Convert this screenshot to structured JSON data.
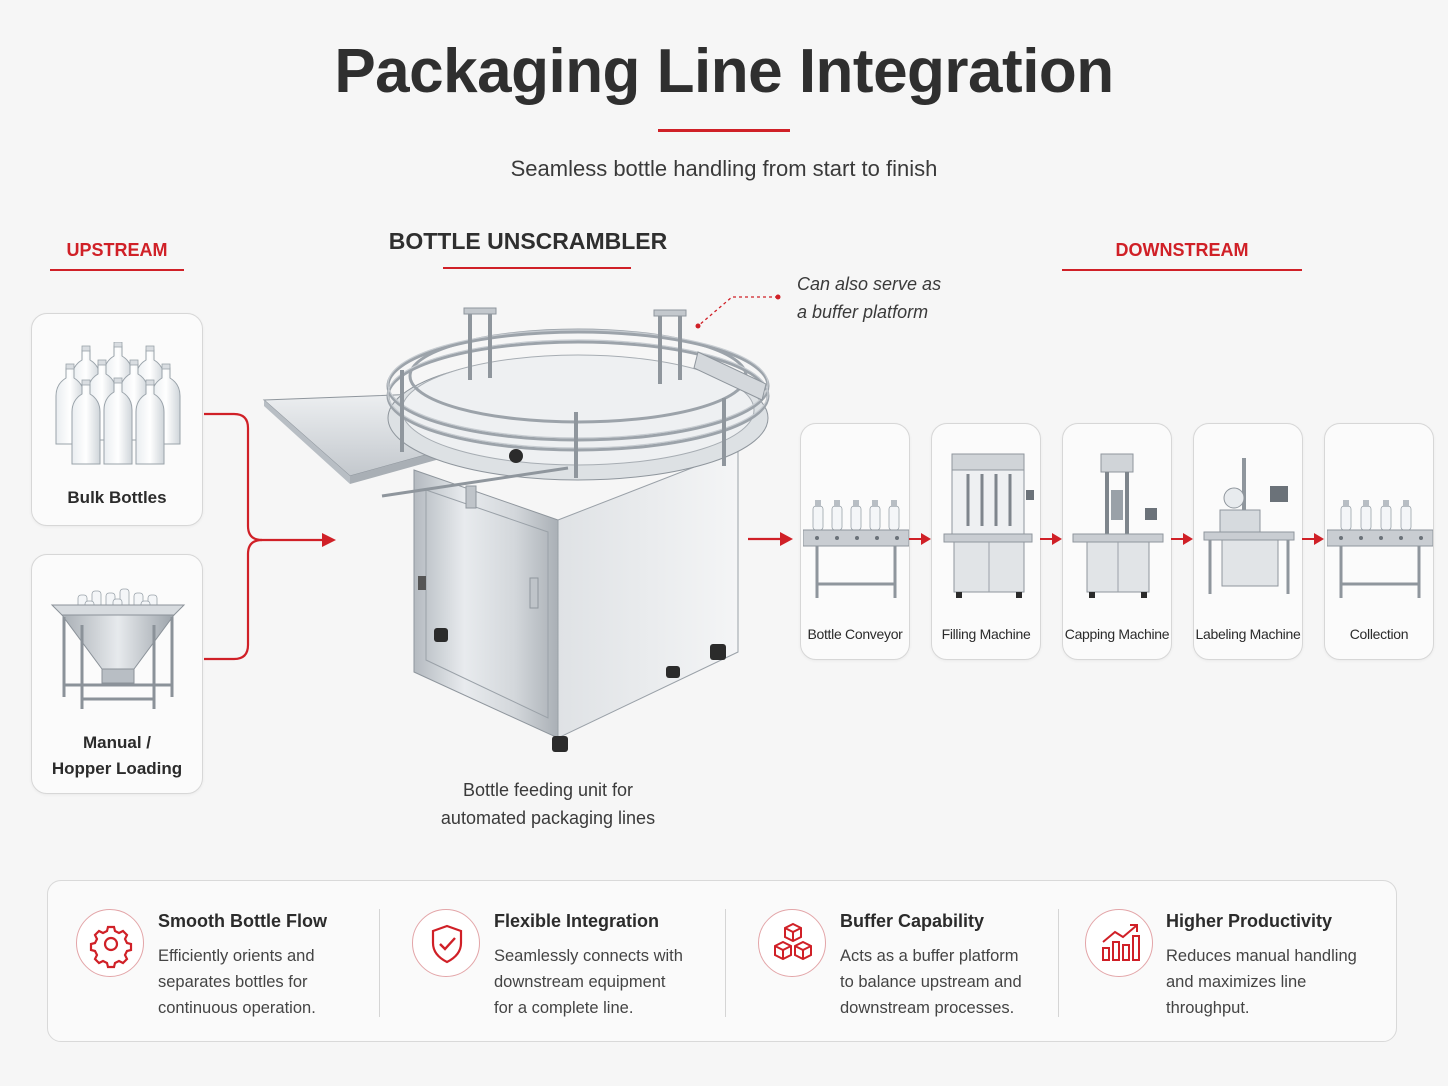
{
  "header": {
    "title": "Packaging Line Integration",
    "subtitle": "Seamless bottle handling from start to finish"
  },
  "sections": {
    "upstream": "UPSTREAM",
    "center": "BOTTLE UNSCRAMBLER",
    "downstream": "DOWNSTREAM"
  },
  "upstream": {
    "items": [
      {
        "label": "Bulk Bottles",
        "icon": "bottle-cluster-icon"
      },
      {
        "label_line1": "Manual /",
        "label_line2": "Hopper Loading",
        "icon": "hopper-icon"
      }
    ]
  },
  "center": {
    "note_line1": "Can also serve as",
    "note_line2": "a buffer platform",
    "caption_line1": "Bottle feeding unit for",
    "caption_line2": "automated packaging lines"
  },
  "downstream": {
    "stages": [
      {
        "label": "Bottle Conveyor"
      },
      {
        "label": "Filling Machine"
      },
      {
        "label": "Capping Machine"
      },
      {
        "label": "Labeling Machine"
      },
      {
        "label": "Collection"
      }
    ]
  },
  "features": [
    {
      "title": "Smooth Bottle Flow",
      "body": [
        "Efficiently orients and",
        "separates bottles for",
        "continuous operation."
      ],
      "icon": "gear-icon"
    },
    {
      "title": "Flexible Integration",
      "body": [
        "Seamlessly connects with",
        "downstream equipment",
        "for a complete line."
      ],
      "icon": "shield-check-icon"
    },
    {
      "title": "Buffer Capability",
      "body": [
        "Acts as a buffer platform",
        "to balance upstream and",
        "downstream processes."
      ],
      "icon": "stacked-boxes-icon"
    },
    {
      "title": "Higher Productivity",
      "body": [
        "Reduces manual handling",
        "and maximizes line",
        "throughput."
      ],
      "icon": "growth-chart-icon"
    }
  ],
  "colors": {
    "accent": "#d02027",
    "steel": "#c9cdd2",
    "text": "#2b2b2b",
    "background": "#f6f6f6"
  }
}
